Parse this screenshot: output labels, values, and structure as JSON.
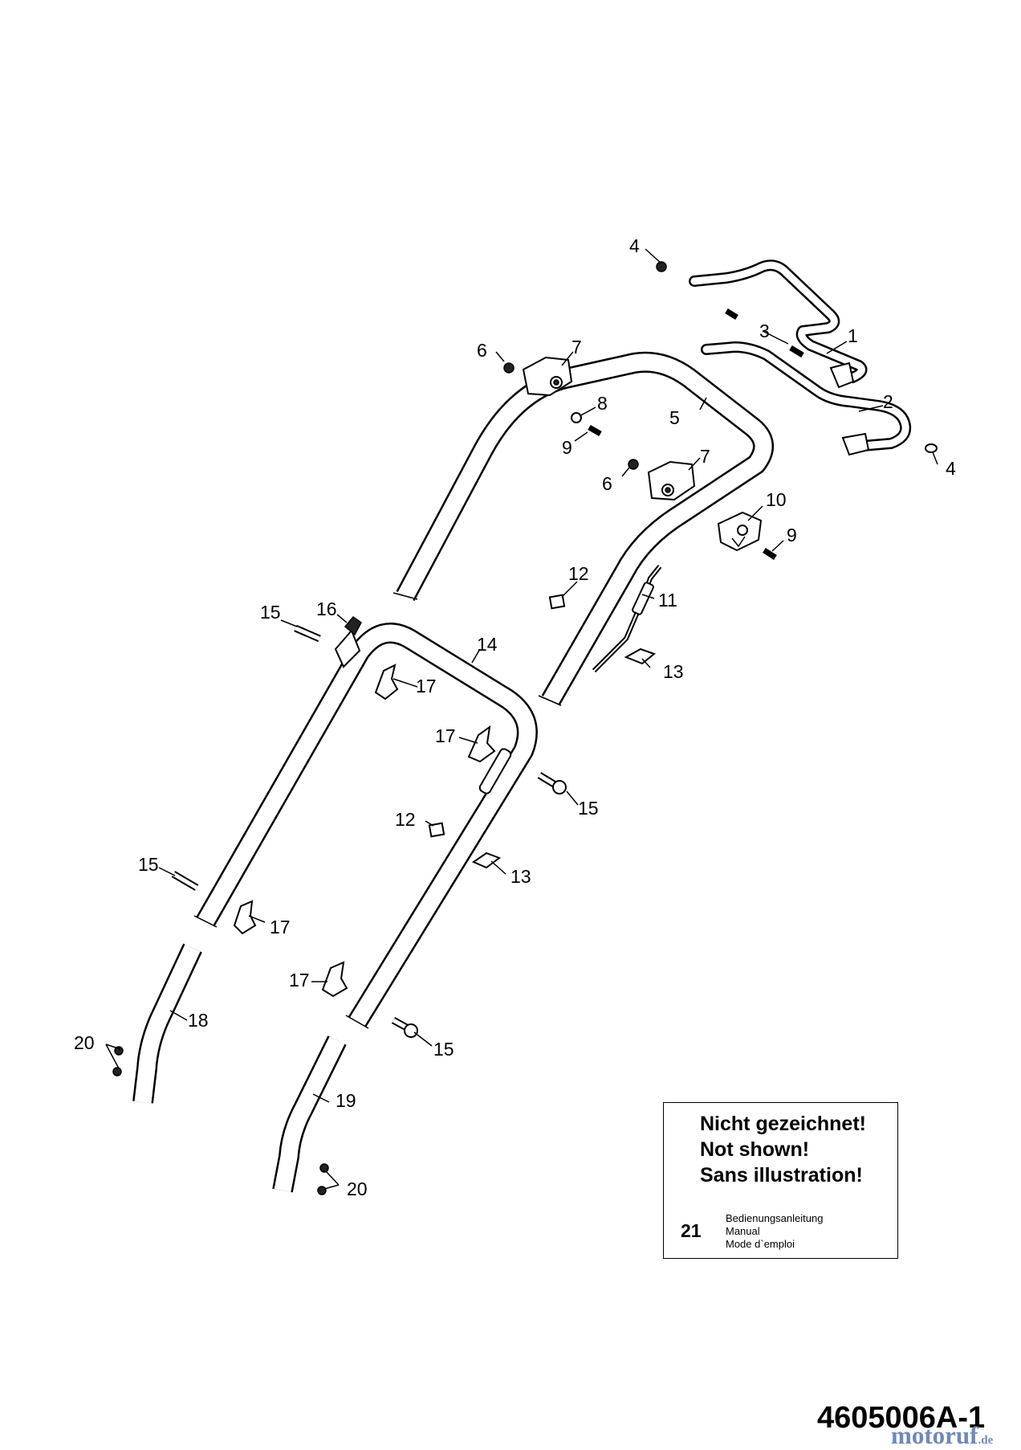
{
  "callouts": [
    {
      "id": "c1",
      "text": "1"
    },
    {
      "id": "c2",
      "text": "2"
    },
    {
      "id": "c3",
      "text": "3"
    },
    {
      "id": "c4a",
      "text": "4"
    },
    {
      "id": "c4b",
      "text": "4"
    },
    {
      "id": "c5",
      "text": "5"
    },
    {
      "id": "c6a",
      "text": "6"
    },
    {
      "id": "c6b",
      "text": "6"
    },
    {
      "id": "c7a",
      "text": "7"
    },
    {
      "id": "c7b",
      "text": "7"
    },
    {
      "id": "c8",
      "text": "8"
    },
    {
      "id": "c9a",
      "text": "9"
    },
    {
      "id": "c9b",
      "text": "9"
    },
    {
      "id": "c10",
      "text": "10"
    },
    {
      "id": "c11",
      "text": "11"
    },
    {
      "id": "c12a",
      "text": "12"
    },
    {
      "id": "c12b",
      "text": "12"
    },
    {
      "id": "c13a",
      "text": "13"
    },
    {
      "id": "c13b",
      "text": "13"
    },
    {
      "id": "c14",
      "text": "14"
    },
    {
      "id": "c15a",
      "text": "15"
    },
    {
      "id": "c15b",
      "text": "15"
    },
    {
      "id": "c15c",
      "text": "15"
    },
    {
      "id": "c15d",
      "text": "15"
    },
    {
      "id": "c16",
      "text": "16"
    },
    {
      "id": "c17a",
      "text": "17"
    },
    {
      "id": "c17b",
      "text": "17"
    },
    {
      "id": "c17c",
      "text": "17"
    },
    {
      "id": "c17d",
      "text": "17"
    },
    {
      "id": "c18",
      "text": "18"
    },
    {
      "id": "c19",
      "text": "19"
    },
    {
      "id": "c20a",
      "text": "20"
    },
    {
      "id": "c20b",
      "text": "20"
    }
  ],
  "note": {
    "lines": [
      "Nicht gezeichnet!",
      "Not shown!",
      "Sans illustration!"
    ],
    "item_number": "21",
    "item_lines": [
      "Bedienungsanleitung",
      "Manual",
      "Mode d`emploi"
    ]
  },
  "drawing_number": "4605006A-1",
  "watermark": {
    "brand": "motoruf",
    "tld": ".de",
    "color": "#6f88b8"
  }
}
